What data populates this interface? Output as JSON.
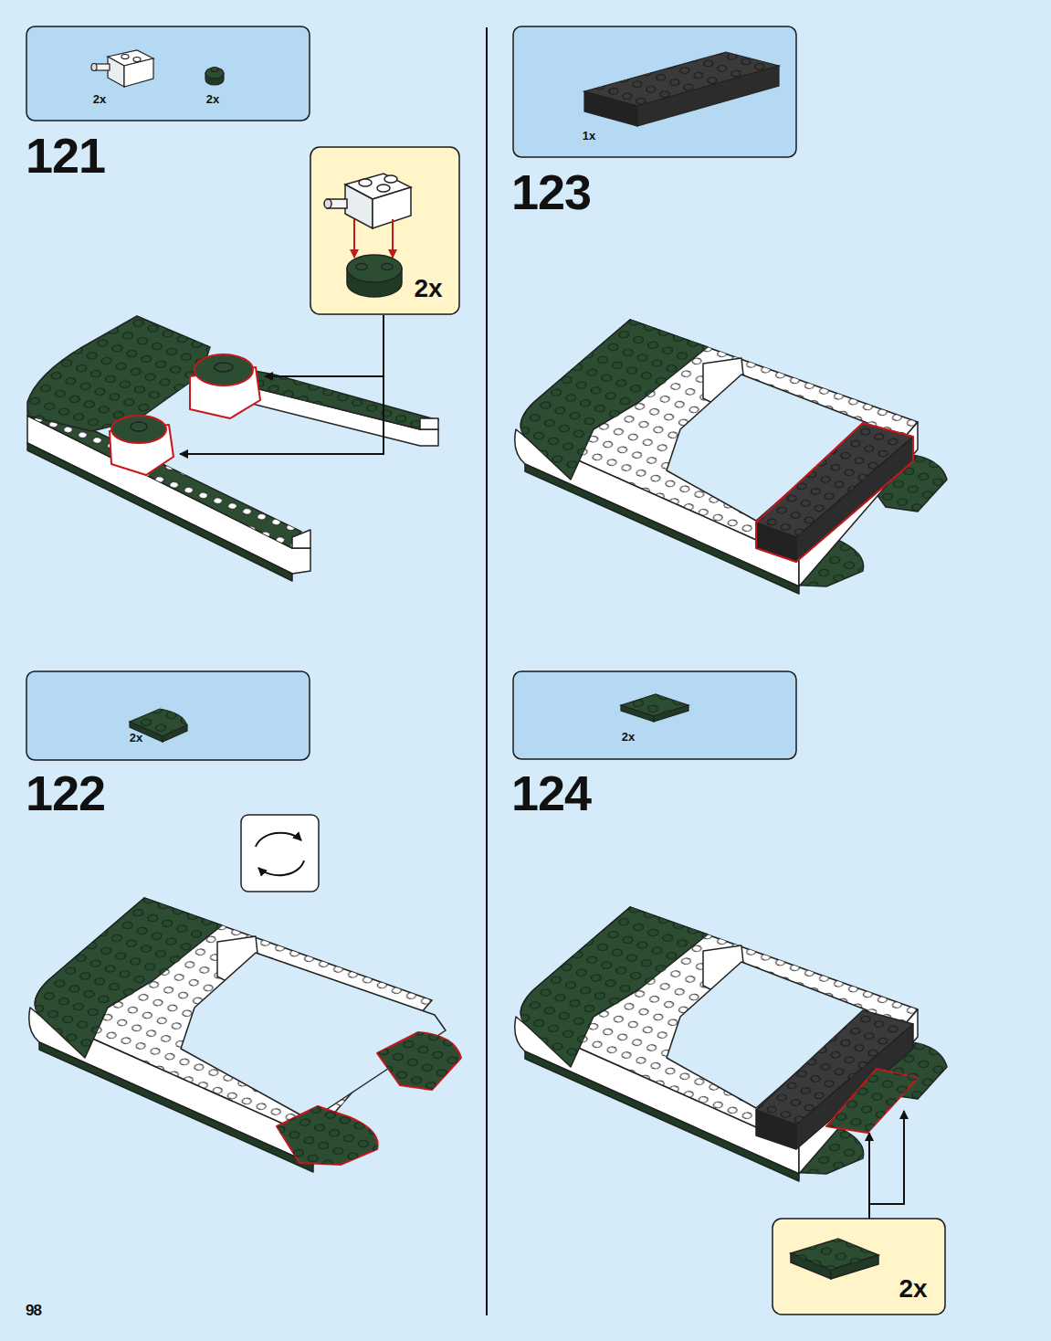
{
  "diagram": {
    "nodes": [
      {
        "text": [
          "2x",
          "2x"
        ]
      },
      {
        "text": [
          "2x"
        ]
      },
      {
        "text": [
          "2x"
        ]
      },
      {
        "text": [
          "1x"
        ]
      },
      {
        "text": [
          "2x"
        ]
      },
      {
        "text": [
          "2x"
        ]
      }
    ],
    "labels": [
      "121",
      "122",
      "123",
      "124",
      "98"
    ]
  }
}
